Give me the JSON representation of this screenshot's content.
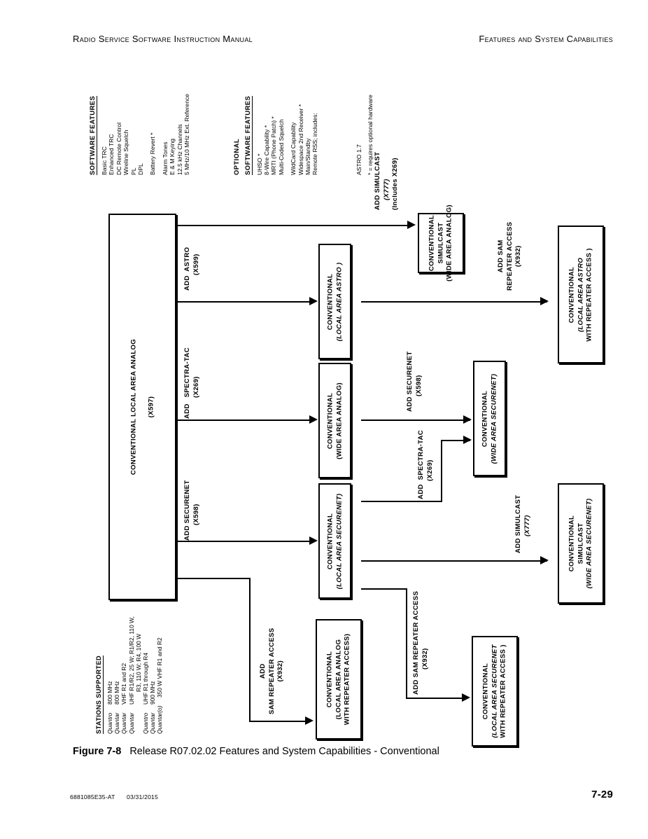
{
  "header": {
    "left": "Radio Service Software Instruction Manual",
    "right": "Features and System Capabilities"
  },
  "footer": {
    "doc_number": "6881085E35-AT",
    "date": "03/31/2015",
    "page_number": "7-29"
  },
  "figure": {
    "label": "Figure 7-8",
    "caption": "Release R07.02.02 Features and System Capabilities - Conventional"
  },
  "software_features": {
    "title": "SOFTWARE FEATURES",
    "items": [
      "Basic TRC",
      "Enhanced TRC",
      "DC Remote Control",
      "Wireline Squelch",
      "PL",
      "DPL",
      "Battery Revert *",
      "Alarm Tones",
      "E & M Keying",
      "12.5 kHz Channels",
      "5 MHz/10 MHz Ext. Reference"
    ]
  },
  "optional_software_features": {
    "title_line1": "OPTIONAL",
    "title_line2": "SOFTWARE FEATURES",
    "items": [
      "UHSO *",
      "8-Wire Capability *",
      "MRTI (Phone Patch) *",
      "Multi-Coded Squelch",
      "WildCard Capability",
      "Widespace 2nd Receiver *",
      "Main/Standby",
      "Remote RSS; includes:"
    ],
    "sub_item": "ASTRO 1.7",
    "note": "* = requires optional hardware"
  },
  "stations_supported": {
    "title": "STATIONS SUPPORTED",
    "items": [
      {
        "model": "Quantro",
        "desc": "800 MHz"
      },
      {
        "model": "Quantar",
        "desc": "800 MHz"
      },
      {
        "model": "Quantar",
        "desc": "VHF R1 and R2"
      },
      {
        "model": "Quantar",
        "desc": "UHF R1/R2, 25 W; R1/R2, 110 W,"
      },
      {
        "model": "",
        "desc": "R3, 110 W; R4, 100 W"
      },
      {
        "model": "Quantro",
        "desc": "UHF R1 through R4"
      },
      {
        "model": "Quantar",
        "desc": "900 MHz"
      },
      {
        "model": "Quantar(o)",
        "desc": "350 W VHF R1 and R2"
      }
    ]
  },
  "nodes": {
    "local_area_analog": {
      "lines": [
        "CONVENTIONAL LOCAL AREA ANALOG",
        "",
        "(X597)"
      ]
    },
    "simulcast_wide_analog": {
      "lines": [
        "CONVENTIONAL",
        "SIMULCAST",
        "(WIDE AREA ANALOG)"
      ]
    },
    "local_area_astro": {
      "lines": [
        "CONVENTIONAL",
        "(LOCAL AREA ASTRO )"
      ]
    },
    "local_area_astro_rpt": {
      "lines": [
        "CONVENTIONAL",
        "(LOCAL AREA ASTRO",
        "WITH REPEATER ACCESS )"
      ]
    },
    "wide_area_analog": {
      "lines": [
        "CONVENTIONAL",
        "(WIDE AREA ANALOG)"
      ]
    },
    "wide_area_securenet": {
      "lines": [
        "CONVENTIONAL",
        "(WIDE AREA SECURENET)"
      ]
    },
    "local_area_securenet": {
      "lines": [
        "CONVENTIONAL",
        "(LOCAL AREA SECURENET)"
      ]
    },
    "simulcast_wide_securenet": {
      "lines": [
        "CONVENTIONAL",
        "SIMULCAST",
        "(WIDE AREA SECURENET)"
      ]
    },
    "local_area_analog_rpt": {
      "lines": [
        "CONVENTIONAL",
        "(LOCAL AREA ANALOG",
        "WITH REPEATER ACCESS)"
      ]
    },
    "local_area_securenet_rpt": {
      "lines": [
        "CONVENTIONAL",
        "(LOCAL AREA SECURENET",
        "WITH REPEATER ACCESS )"
      ]
    }
  },
  "edges": {
    "add_simulcast_x777_analog": {
      "l1": "ADD  SIMULCAST",
      "l2": "(X777)",
      "l3": "(Includes X269)"
    },
    "add_astro": {
      "l1": "ADD  ASTRO",
      "l2": "(X599)"
    },
    "add_spectra_tac_top": {
      "l1": "ADD   SPECTRA-TAC",
      "l2": "(X269)"
    },
    "add_securenet_left": {
      "l1": "ADD SECURENET",
      "l2": "(X598)"
    },
    "add_sam_repeater_astro": {
      "l1": "ADD SAM",
      "l2": "REPEATER ACCESS",
      "l3": "(X932)"
    },
    "add_securenet_mid": {
      "l1": "ADD SECURENET",
      "l2": "(X598)"
    },
    "add_spectra_tac_mid": {
      "l1": "ADD  SPECTRA-TAC",
      "l2": "(X269)"
    },
    "add_simulcast_x777_securenet": {
      "l1": "ADD SIMULCAST",
      "l2": "(X777)"
    },
    "add_sam_repeater_analog": {
      "l1": "ADD",
      "l2": "SAM REPEATER ACCESS",
      "l3": "(X932)"
    },
    "add_sam_repeater_securenet": {
      "l1": "ADD SAM REPEATER ACCESS",
      "l2": "(X932)"
    }
  }
}
